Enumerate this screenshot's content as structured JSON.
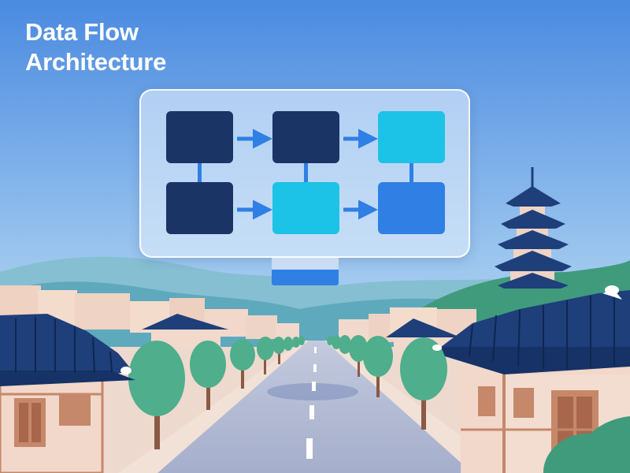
{
  "title": {
    "line1": "Data Flow",
    "line2": "Architecture"
  },
  "diagram": {
    "nodes": [
      {
        "id": "r1c1",
        "row": 1,
        "col": 1,
        "color": "#1b3466"
      },
      {
        "id": "r1c2",
        "row": 1,
        "col": 2,
        "color": "#1b3466"
      },
      {
        "id": "r1c3",
        "row": 1,
        "col": 3,
        "color": "#1cc3e6"
      },
      {
        "id": "r2c1",
        "row": 2,
        "col": 1,
        "color": "#1b3466"
      },
      {
        "id": "r2c2",
        "row": 2,
        "col": 2,
        "color": "#1cc3e6"
      },
      {
        "id": "r2c3",
        "row": 2,
        "col": 3,
        "color": "#2f7fe4"
      }
    ],
    "arrows": [
      {
        "from": "r1c1",
        "to": "r1c2"
      },
      {
        "from": "r1c2",
        "to": "r1c3"
      },
      {
        "from": "r2c1",
        "to": "r2c2"
      },
      {
        "from": "r2c2",
        "to": "r2c3"
      }
    ],
    "links": [
      {
        "from": "r1c1",
        "to": "r2c1"
      },
      {
        "from": "r1c2",
        "to": "r2c2"
      },
      {
        "from": "r1c3",
        "to": "r2c3"
      }
    ],
    "arrow_color": "#2f7fe4"
  },
  "colors": {
    "sky_top": "#4a8ae0",
    "sky_bottom": "#cfe3f2",
    "roof": "#1e3f7a",
    "tree": "#4fae8c",
    "road": "#a9b3cf",
    "wall": "#f1d8cb"
  }
}
